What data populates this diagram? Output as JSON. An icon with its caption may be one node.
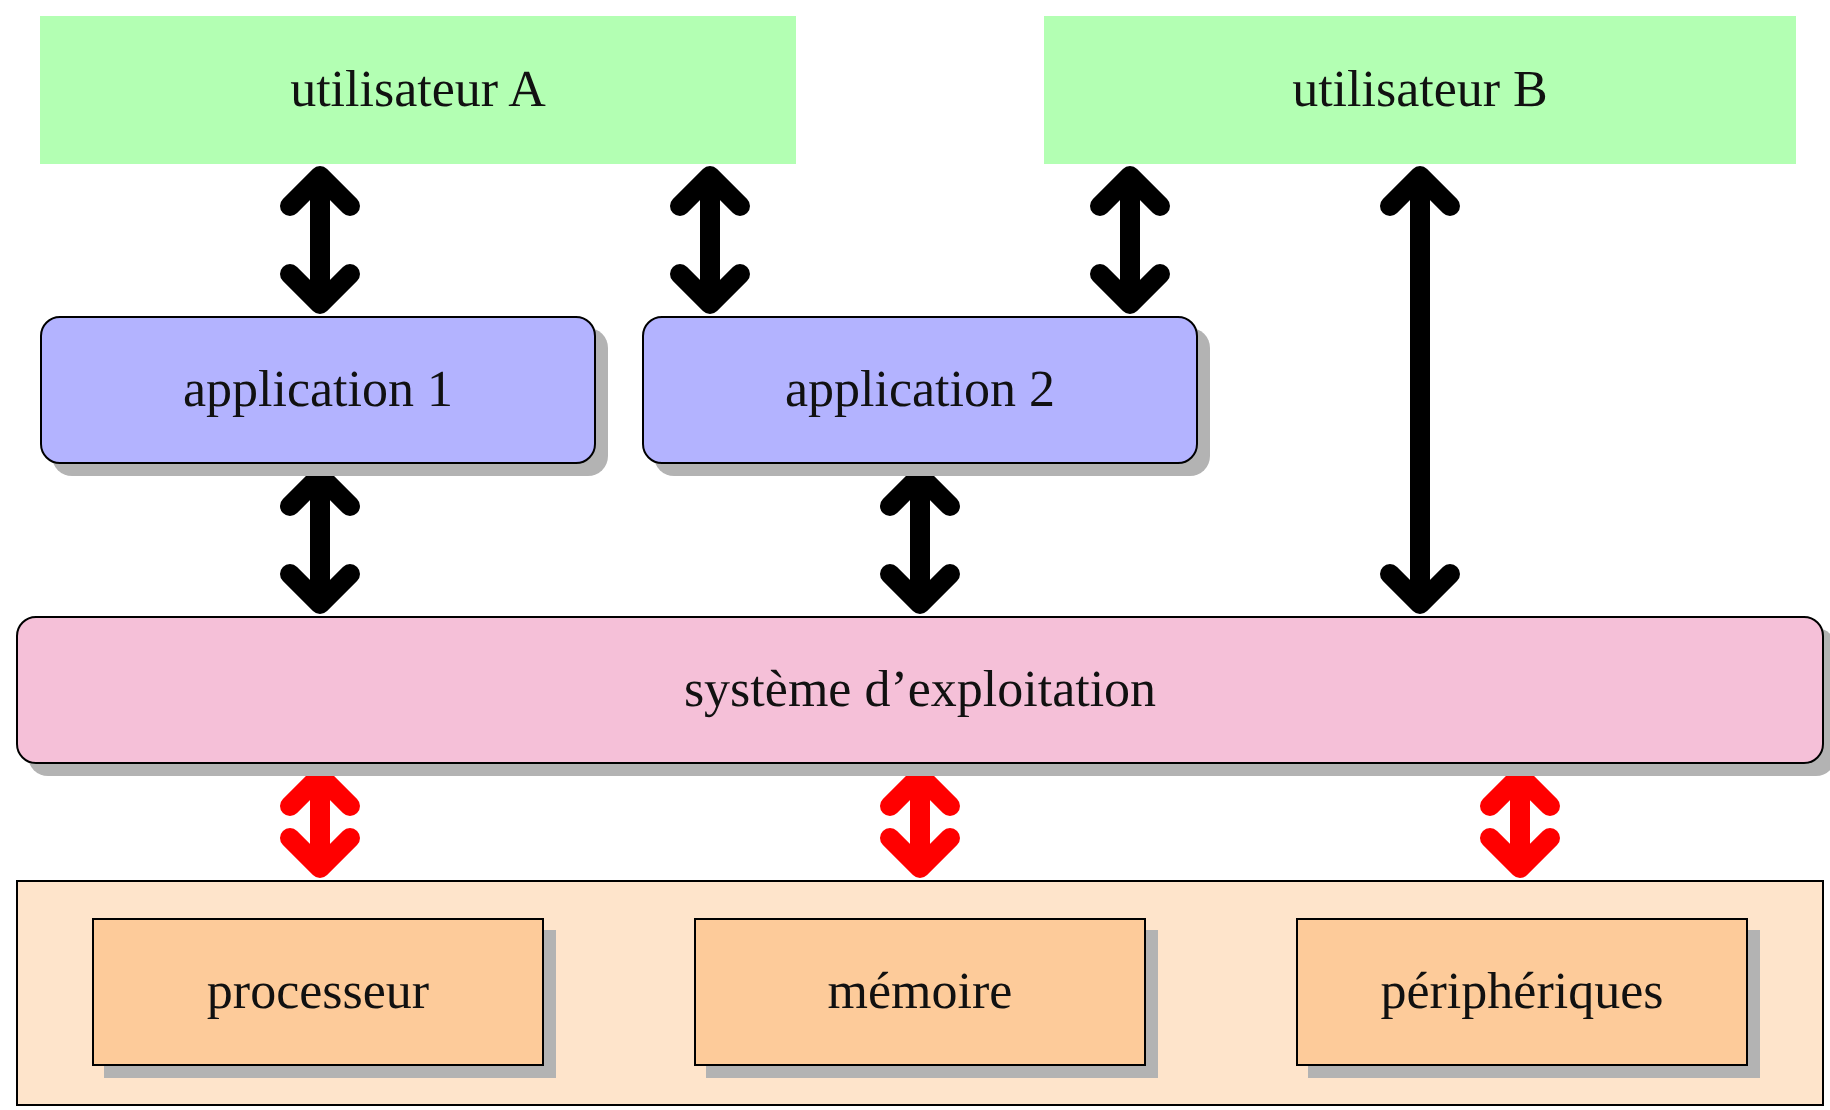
{
  "diagram": {
    "nodes": [
      {
        "text": [
          "utilisateur A"
        ]
      },
      {
        "text": [
          "utilisateur B"
        ]
      },
      {
        "text": [
          "application 1"
        ]
      },
      {
        "text": [
          "application 2"
        ]
      },
      {
        "text": [
          "système d’exploitation"
        ]
      },
      {
        "text": [],
        "shape": "box"
      },
      {
        "text": [
          "processeur"
        ],
        "in": 5
      },
      {
        "text": [
          "mémoire"
        ],
        "in": 5
      },
      {
        "text": [
          "périphériques"
        ],
        "in": 5
      }
    ],
    "edges": [
      {
        "from": 0,
        "to": 2,
        "arrow": "both"
      },
      {
        "from": 0,
        "to": 3,
        "arrow": "both"
      },
      {
        "from": 1,
        "to": 3,
        "arrow": "both"
      },
      {
        "from": 1,
        "to": 4,
        "arrow": "both"
      },
      {
        "from": 2,
        "to": 4,
        "arrow": "both"
      },
      {
        "from": 3,
        "to": 4,
        "arrow": "both"
      },
      {
        "from": 4,
        "to": 5,
        "arrow": "both",
        "color": "#ff0000"
      },
      {
        "from": 4,
        "to": 5,
        "arrow": "both",
        "color": "#ff0000"
      },
      {
        "from": 4,
        "to": 5,
        "arrow": "both",
        "color": "#ff0000"
      }
    ]
  }
}
